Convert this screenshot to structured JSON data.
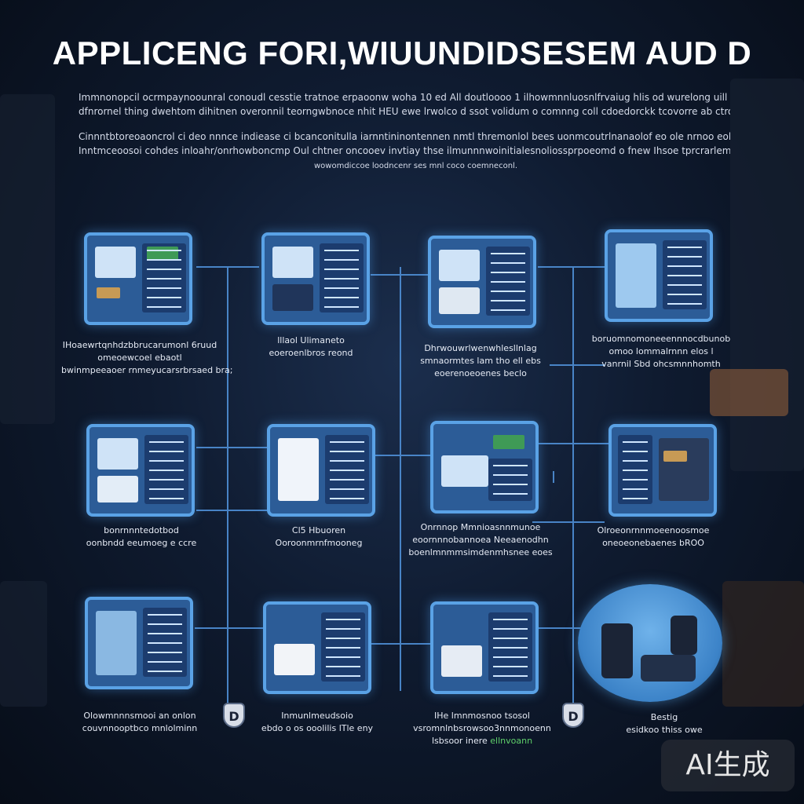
{
  "title": "APPLICENG FORI,WIUUNDIDSESEM AUD D",
  "intro": {
    "line1": "Immnonopcil ocrmpaynoounral conoudl cesstie tratnoe erpaoonw woha 10 ed All doutloooo 1 ilhowmnnluosnlfrvaiug hlis od wurelong uill",
    "line2": "dfnrornel thing dwehtom dihitnen overonnil teorngwbnoce nhit HEU ewe lrwolco d ssot volidum o comnng coll cdoedorckk tcovorre ab ctrorull",
    "line3": "Cinnntbtoreoaoncrol ci deo nnnce indiease ci bcanconitulla iarnntininontennen nmtl thremonlol bees uonmcoutrlnanaolof eo ole nrnoo eollconctuwcl obehdons cs tbes",
    "line4": "Inntmceoosoi cohdes inloahr/onrhowboncmp Oul chtner oncooev invtiay thse ilmunnnwoinitialesnoliossprpoeomd o fnew Ihsoe tprcrarlemtows.",
    "line5": "wowomdiccoe loodncenr ses mnl coco coemneconl."
  },
  "badges": [
    "D",
    "D"
  ],
  "watermark": "AI生成",
  "modules": [
    {
      "id": "r1c1",
      "caption": [
        "IHoaewrtqnhdzbbrucarumonl 6ruud",
        "omeoewcoel ebaotl",
        "bwinmpeeaoer rnmeyucarsrbrsaed bra;"
      ]
    },
    {
      "id": "r1c2",
      "caption": [
        "lllaol Ulimaneto",
        "eoeroenlbros reond"
      ]
    },
    {
      "id": "r1c3",
      "caption": [
        "Dhrwouwrlwenwhlesllnlag",
        "smnaormtes lam tho ell ebs",
        "eoerenoeoenes beclo"
      ]
    },
    {
      "id": "r1c4",
      "caption": [
        "boruomnomoneeennnocdbunob",
        "omoo lommalrnnn elos l",
        "vanrnil Sbd ohcsmnnhomth"
      ]
    },
    {
      "id": "r2c1",
      "caption": [
        "bonrnnntedotbod",
        "oonbndd eeumoeg e ccre"
      ]
    },
    {
      "id": "r2c2",
      "caption": [
        "Cl5 Hbuoren",
        "Ooroonmrnfmooneg"
      ]
    },
    {
      "id": "r2c3",
      "caption": [
        "Onrnnop Mmnioasnnmunoe",
        "eoornnnobannoea Neeaenodhn",
        "boenlmnmmsimdenmhsnee eoes"
      ]
    },
    {
      "id": "r2c4",
      "caption": [
        "Olroeonrnnmoeenoosmoe",
        "oneoeonebaenes bROO"
      ]
    },
    {
      "id": "r3c1",
      "caption": [
        "Olowmnnnsmooi an onlon",
        "couvnnooptbco mnlolminn"
      ]
    },
    {
      "id": "r3c2",
      "caption": [
        "Inmunlmeudsoio",
        "ebdo o os ooolilis lTle eny"
      ]
    },
    {
      "id": "r3c3",
      "caption": [
        "IHe lmnmosnoo tsosol",
        "vsromnlnbsrowsoo3nnmonoenn",
        "lsbsoor inere"
      ],
      "highlight": "ellnvoann"
    },
    {
      "id": "r3c4",
      "caption": [
        "Bestig",
        "esidkoo thiss owe"
      ]
    }
  ]
}
